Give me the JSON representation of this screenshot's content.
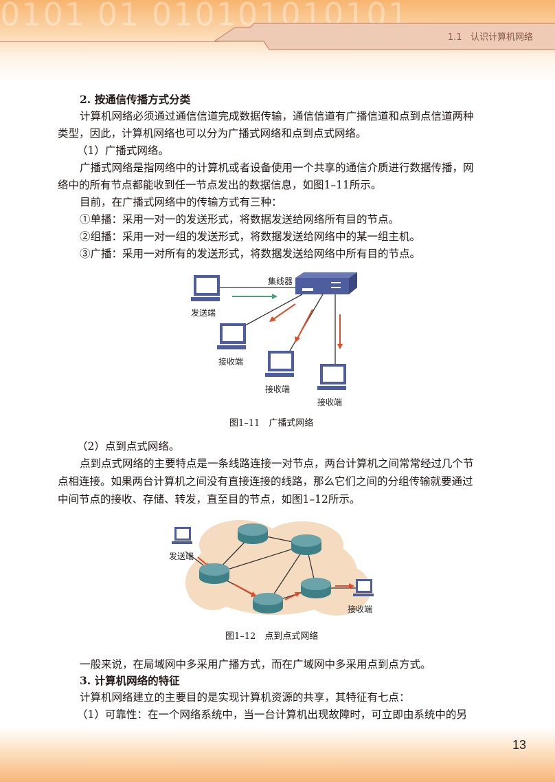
{
  "header": {
    "section": "1.1",
    "title": "认识计算机网络",
    "bg_digits": "0101 01 010101010101"
  },
  "body": {
    "heading2": "2.  按通信传播方式分类",
    "p1": [
      "计算机网络必须通过通信信道完成数据传输，通信信道有广播信道和点到点信道两种",
      "类型，因此，计算机网络也可以分为广播式网络和点到点式网络。"
    ],
    "sub1": "（1）广播式网络。",
    "p2": [
      "广播式网络是指网络中的计算机或者设备使用一个共享的通信介质进行数据传播，网",
      "络中的所有节点都能收到任一节点发出的数据信息，如图1–11所示。"
    ],
    "p3": "目前，在广播式网络中的传输方式有三种：",
    "list": [
      "①单播：采用一对一的发送形式，将数据发送给网络所有目的节点。",
      "②组播：采用一对一组的发送形式，将数据发送给网络中的某一组主机。",
      "③广播：采用一对所有的发送形式，将数据发送给网络中所有目的节点。"
    ],
    "sub2": "（2）点到点式网络。",
    "p4": [
      "点到点式网络的主要特点是一条线路连接一对节点，两台计算机之间常常经过几个节",
      "点相连接。如果两台计算机之间没有直接连接的线路，那么它们之间的分组传输就要通过",
      "中间节点的接收、存储、转发，直至目的节点，如图1–12所示。"
    ],
    "p5": "一般来说，在局域网中多采用广播方式，而在广域网中多采用点到点方式。",
    "heading3": "3.  计算机网络的特征",
    "p6": "计算机网络建立的主要目的是实现计算机资源的共享，其特征有七点：",
    "p7": "（1）可靠性：在一个网络系统中，当一台计算机出现故障时，可立即由系统中的另"
  },
  "figure1": {
    "caption": "图1–11　广播式网络",
    "hub_label": "集线器",
    "sender": "发送端",
    "receiver": "接收端"
  },
  "figure2": {
    "caption": "图1–12　点到点式网络",
    "sender": "发送端",
    "receiver": "接收端"
  },
  "footer": {
    "page_number": "13"
  },
  "colors": {
    "arrow_red": "#e04b2a",
    "arrow_green": "#4aa07a",
    "device_blue": "#4a5a9a",
    "router_teal": "#3f7f86",
    "cloud": "#f5dcc0"
  }
}
